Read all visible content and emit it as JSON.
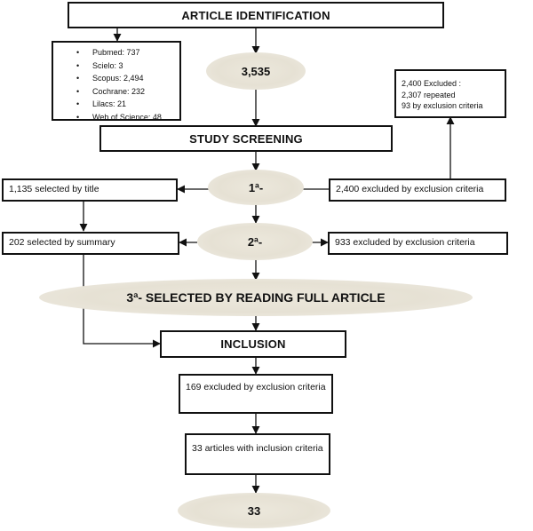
{
  "nodes": {
    "identification": "ARTICLE IDENTIFICATION",
    "sources": [
      "Pubmed: 737",
      "Scielo: 3",
      "Scopus: 2,494",
      "Cochrane: 232",
      "Lilacs: 21",
      "Web of Science: 48"
    ],
    "total": "3,535",
    "excluded_summary": [
      "2,400 Excluded :",
      "2,307 repeated",
      "93 by  exclusion criteria"
    ],
    "screening": "STUDY SCREENING",
    "stage1": "1ª-",
    "selected_title": "1,135 selected by title",
    "excluded_stage1": "2,400 excluded by exclusion criteria",
    "stage2": "2ª-",
    "selected_summary": "202 selected by summary",
    "excluded_stage2": "933 excluded by exclusion criteria",
    "stage3": "3ª- SELECTED BY READING FULL ARTICLE",
    "inclusion": "INCLUSION",
    "excluded_inclusion": "169 excluded by exclusion criteria",
    "included_articles": "33 articles with inclusion criteria",
    "final": "33"
  }
}
